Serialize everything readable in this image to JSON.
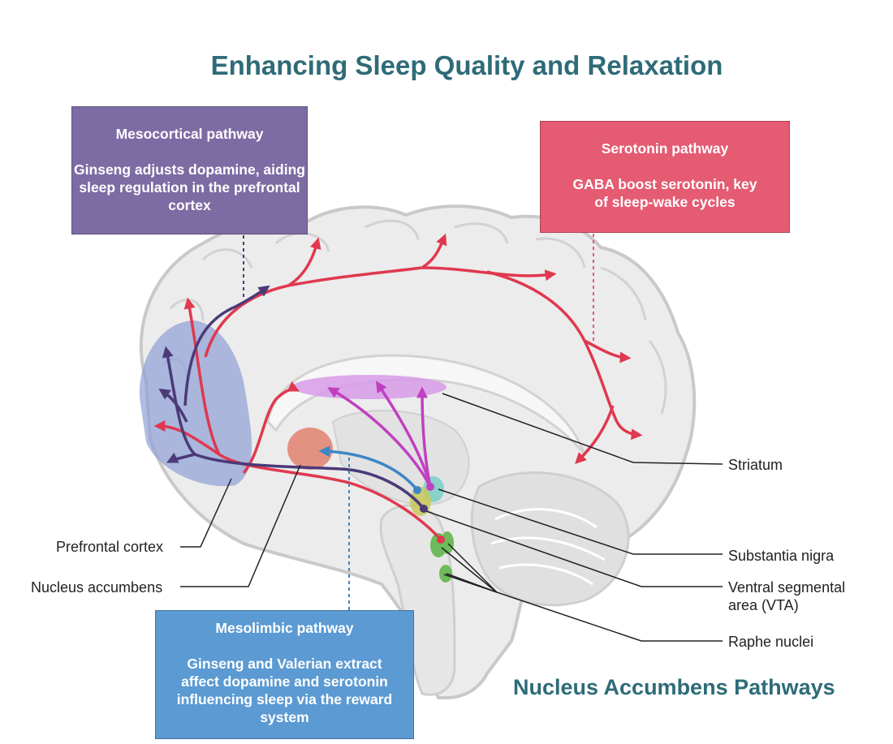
{
  "title": "Enhancing Sleep Quality and Relaxation",
  "subtitle": "Nucleus Accumbens Pathways",
  "boxes": {
    "mesocortical": {
      "heading": "Mesocortical  pathway",
      "body": "Ginseng adjusts dopamine, aiding sleep regulation in the prefrontal cortex",
      "color": "#7d6ba3"
    },
    "serotonin": {
      "heading": "Serotonin pathway",
      "body": "GABA boost serotonin, key of sleep-wake cycles",
      "color": "#e45b72"
    },
    "mesolimbic": {
      "heading": "Mesolimbic pathway",
      "body": "Ginseng and Valerian extract affect dopamine and serotonin influencing sleep via the reward system",
      "color": "#5b9ad2"
    }
  },
  "labels": {
    "prefrontal_cortex": "Prefrontal cortex",
    "nucleus_accumbens": "Nucleus accumbens",
    "striatum": "Striatum",
    "substantia_nigra": "Substantia nigra",
    "vta": "Ventral segmental area (VTA)",
    "raphe_nuclei": "Raphe nuclei"
  },
  "colors": {
    "title": "#2e6b78",
    "serotonin_arrow": "#e0384f",
    "dopamine_mesocortical_arrow": "#4b3a78",
    "mesolimbic_arrow": "#3d86c6",
    "nigrostriatal_arrow": "#c040c0",
    "prefrontal_region": "#8e9fd6",
    "nucleus_accumbens_region": "#e2836f",
    "striatum_region": "#d79be8",
    "substantia_nigra_region": "#7fd0c6",
    "vta_region": "#c8c85a",
    "raphe_region": "#6dbb5a"
  }
}
